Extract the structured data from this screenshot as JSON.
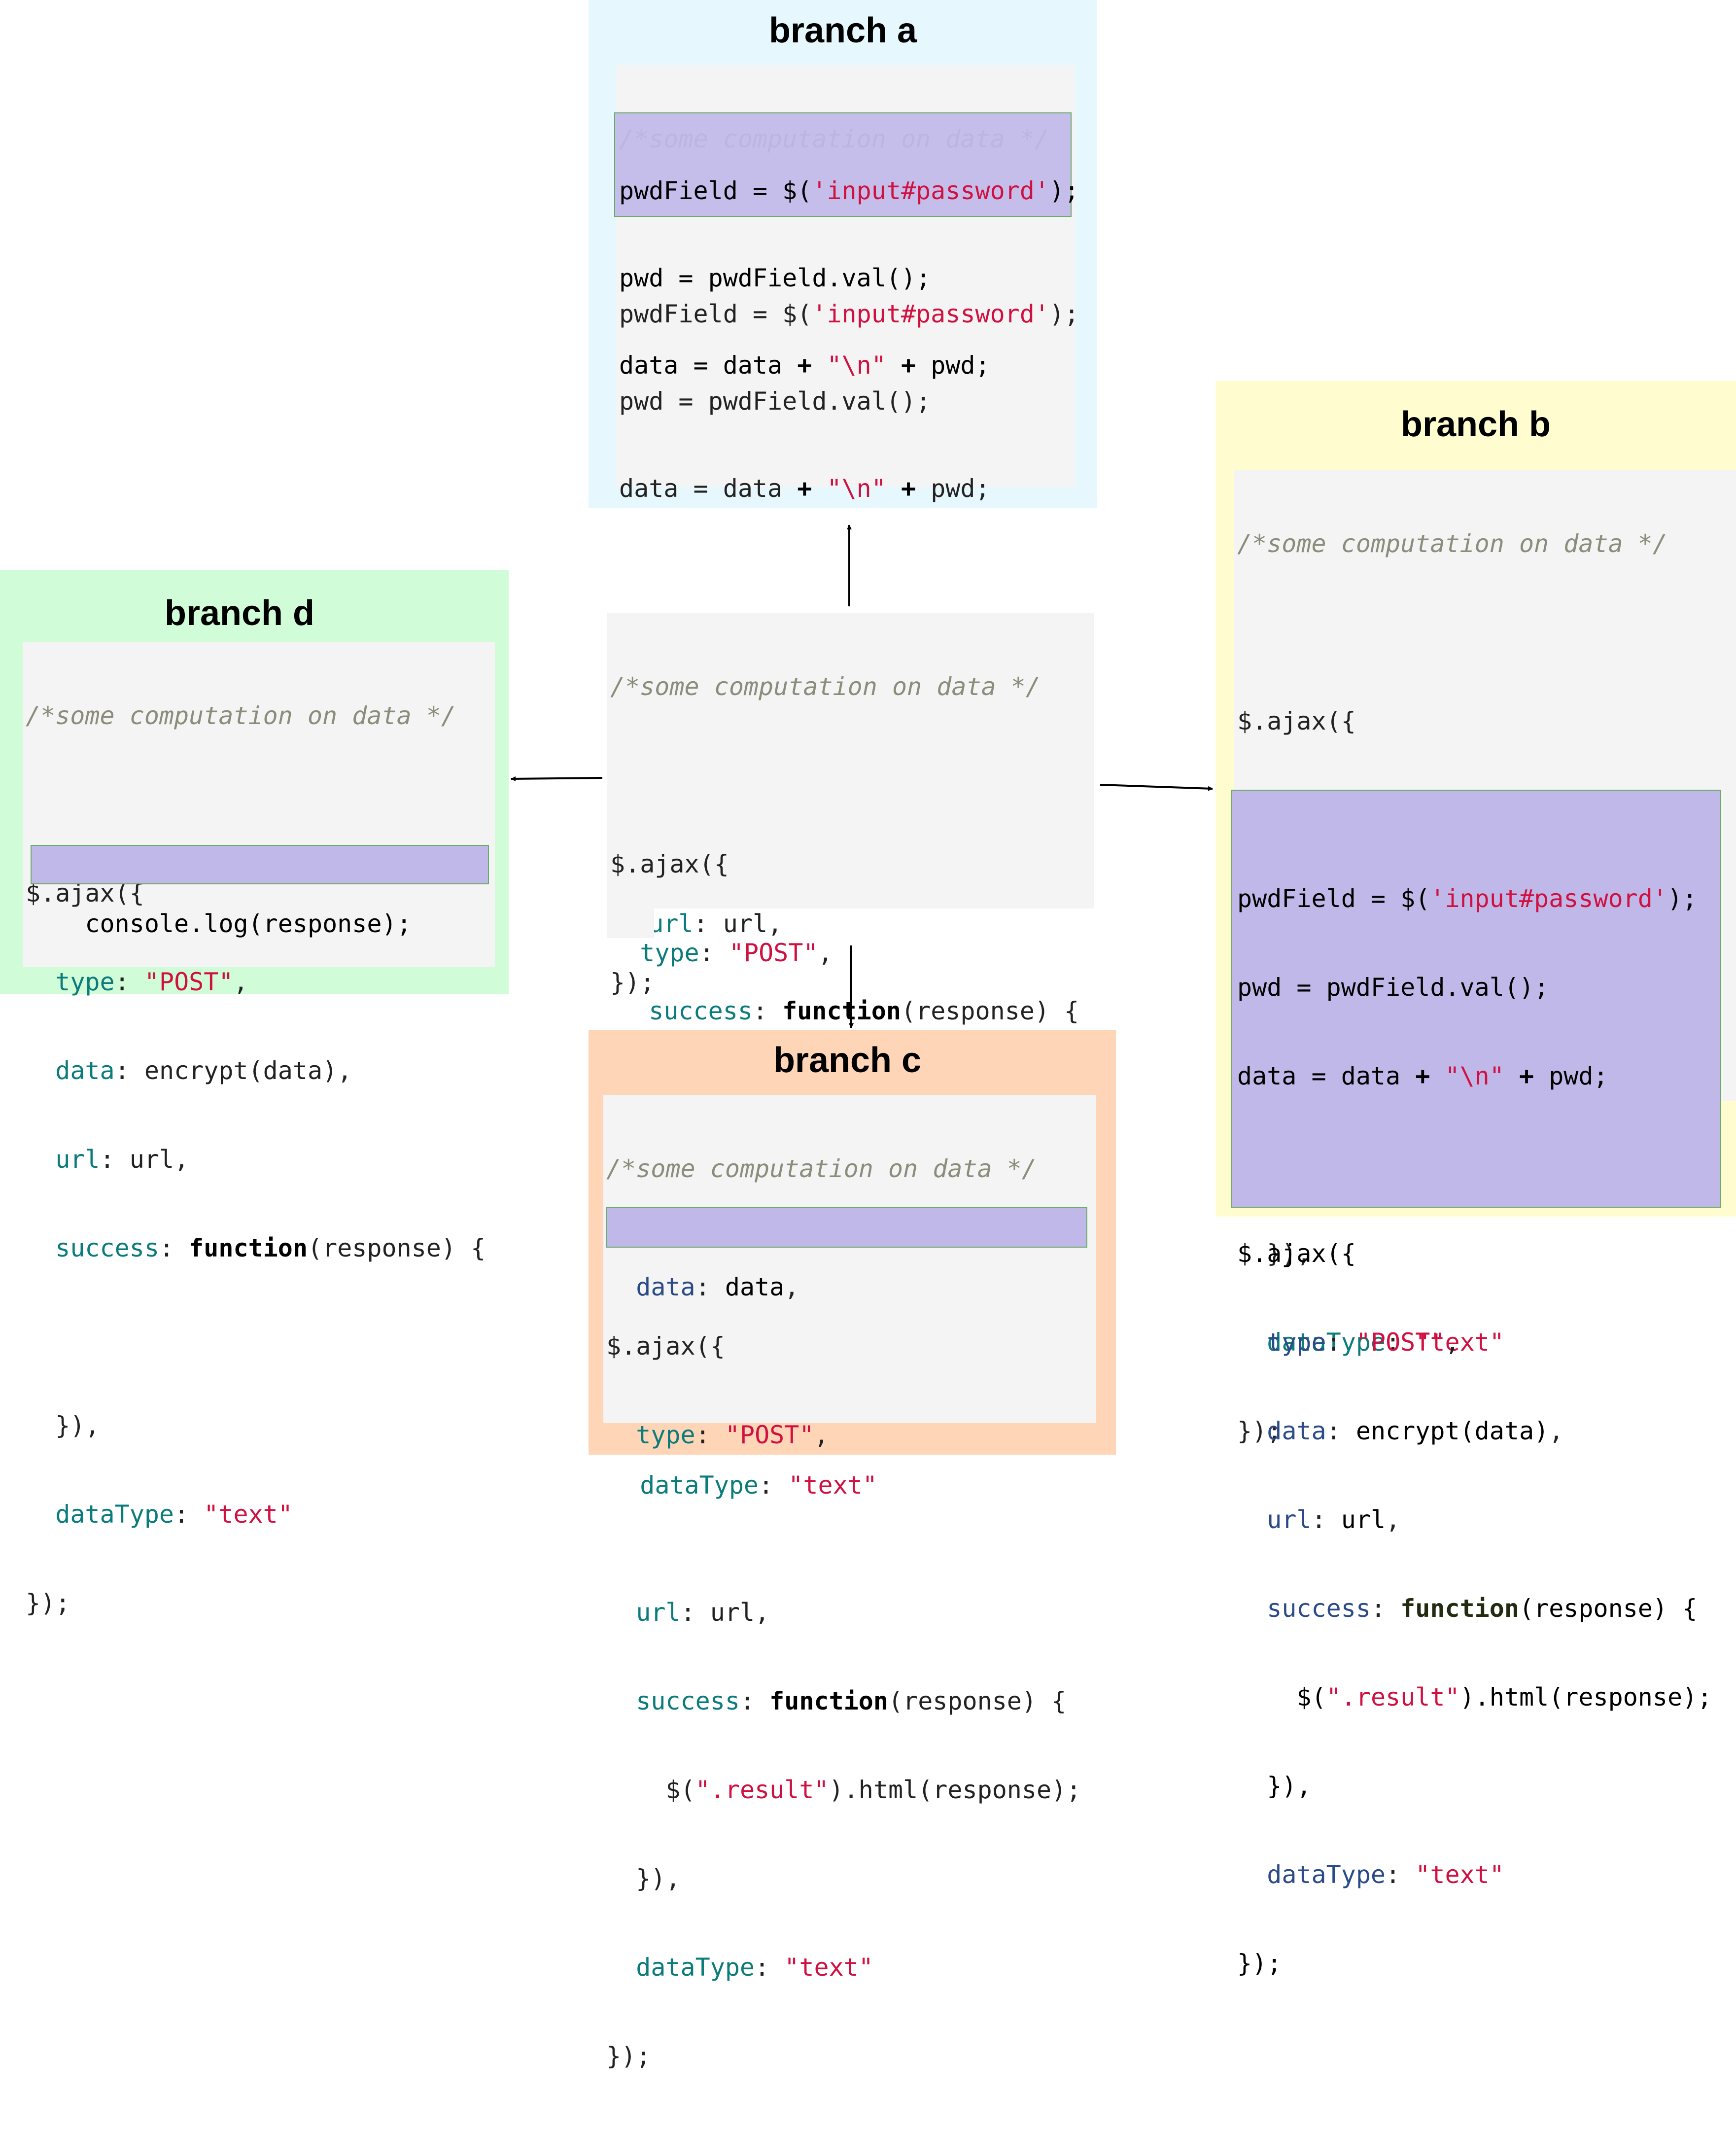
{
  "colors": {
    "branch_a_bg": "#e6f8fd",
    "branch_b_bg": "#fffdd0",
    "branch_c_bg": "#ffd5b8",
    "branch_d_bg": "#d0fdd8",
    "highlight": "#c0b8e8",
    "highlight_border": "#6aaa6a",
    "code_bg": "#f4f4f4",
    "comment": "#8c8c7c",
    "keyword": "#0b7b7b",
    "string": "#d01040"
  },
  "branches": {
    "a": {
      "title": "branch a"
    },
    "b": {
      "title": "branch b"
    },
    "c": {
      "title": "branch c"
    },
    "d": {
      "title": "branch d"
    }
  },
  "code": {
    "comment": "/*some computation on data */",
    "ajax_open": "$.ajax({",
    "type_key": "type",
    "type_val": "\"POST\"",
    "data_key": "data",
    "data_val": "encrypt(data)",
    "data_plain_val": "data",
    "url_key": "url",
    "url_val": "url",
    "success_key": "success",
    "function_kw": "function",
    "func_args": "(response) {",
    "result_prefix": "$(",
    "result_sel": "\".result\"",
    "result_suffix": ").html(response);",
    "console_line": "console.log(response);",
    "close_inner": "}),",
    "datatype_key": "dataType",
    "datatype_val": "\"text\"",
    "close_outer": "});",
    "pwd_field_prefix": "pwdField = $(",
    "pwd_field_sel": "'input#password'",
    "pwd_field_suffix": ");",
    "pwd_line": "pwd = pwdField.val();",
    "data_concat_prefix": "data = data ",
    "plus": "+",
    "newline_str": "\"\\n\"",
    "data_concat_suffix": " pwd;"
  }
}
